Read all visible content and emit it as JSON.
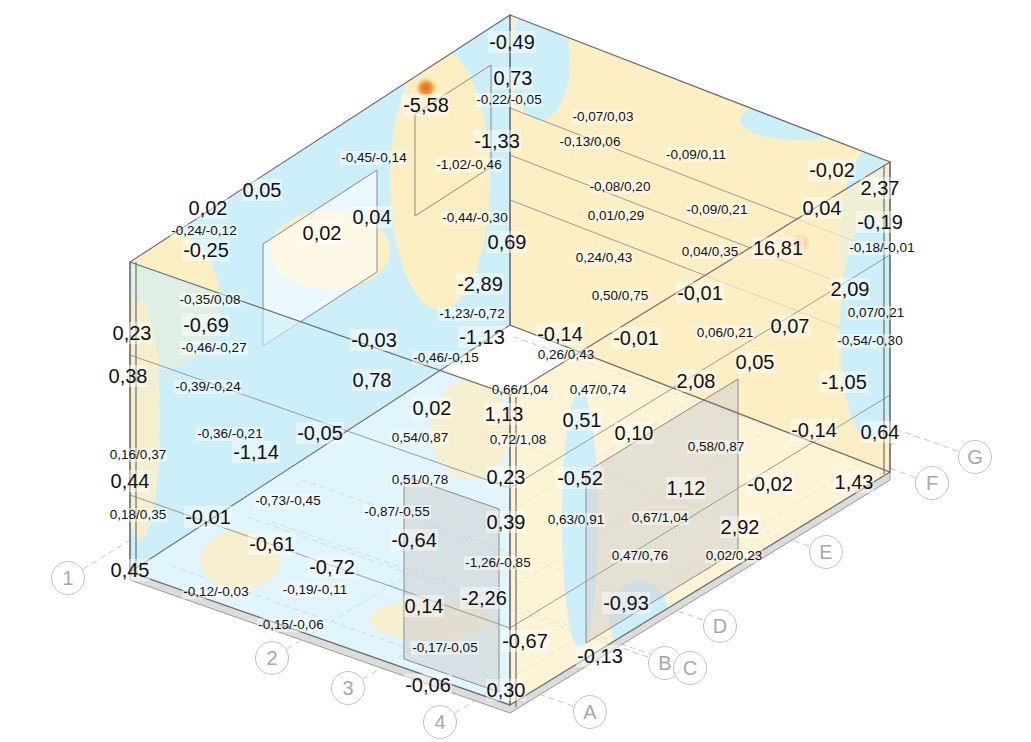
{
  "diagram": {
    "nodes": [
      {
        "text": [
          "1"
        ]
      },
      {
        "text": [
          "2"
        ]
      },
      {
        "text": [
          "3"
        ]
      },
      {
        "text": [
          "4"
        ]
      },
      {
        "text": [
          "A"
        ]
      },
      {
        "text": [
          "B"
        ]
      },
      {
        "text": [
          "C"
        ]
      },
      {
        "text": [
          "D"
        ]
      },
      {
        "text": [
          "E"
        ]
      },
      {
        "text": [
          "F"
        ]
      },
      {
        "text": [
          "G"
        ]
      }
    ],
    "labels": [
      "-0,49",
      "0,73",
      "-5,58",
      "-1,33",
      "0,05",
      "-0,02",
      "2,37",
      "0,02",
      "0,04",
      "0,04",
      "-0,19",
      "0,02",
      "0,69",
      "16,81",
      "-0,25",
      "-2,89",
      "-0,01",
      "2,09",
      "0,23",
      "-0,69",
      "-0,03",
      "-1,13",
      "-0,14",
      "-0,01",
      "0,07",
      "0,38",
      "0,78",
      "0,05",
      "-1,05",
      "2,08",
      "0,02",
      "1,13",
      "0,51",
      "0,10",
      "-0,05",
      "-1,14",
      "-0,14",
      "0,64",
      "0,23",
      "-0,52",
      "1,12",
      "-0,02",
      "1,43",
      "0,44",
      "-0,01",
      "0,39",
      "2,92",
      "-0,61",
      "-0,64",
      "0,45",
      "-0,72",
      "-2,26",
      "-0,93",
      "0,14",
      "-0,67",
      "-0,13",
      "-0,06",
      "0,30",
      "-0,22/-0,05",
      "-0,07/0,03",
      "-0,13/0,06",
      "-0,45/-0,14",
      "-1,02/-0,46",
      "-0,09/0,11",
      "-0,08/0,20",
      "-0,09/0,21",
      "0,01/0,29",
      "-0,44/-0,30",
      "-0,24/-0,12",
      "0,24/0,43",
      "0,04/0,35",
      "-0,18/-0,01",
      "-0,35/0,08",
      "0,50/0,75",
      "-1,23/-0,72",
      "0,07/0,21",
      "-0,46/-0,27",
      "-0,46/-0,15",
      "0,26/0,43",
      "0,06/0,21",
      "-0,54/-0,30",
      "-0,39/-0,24",
      "0,66/1,04",
      "0,47/0,74",
      "-0,36/-0,21",
      "0,54/0,87",
      "0,72/1,08",
      "0,58/0,87",
      "0,16/0,37",
      "0,51/0,78",
      "-0,73/-0,45",
      "-0,87/-0,55",
      "0,18/0,35",
      "0,63/0,91",
      "0,67/1,04",
      "0,02/0,23",
      "0,47/0,76",
      "-1,26/-0,85",
      "-0,12/-0,03",
      "-0,19/-0,11",
      "-0,15/-0,06",
      "-0,17/-0,05"
    ]
  }
}
